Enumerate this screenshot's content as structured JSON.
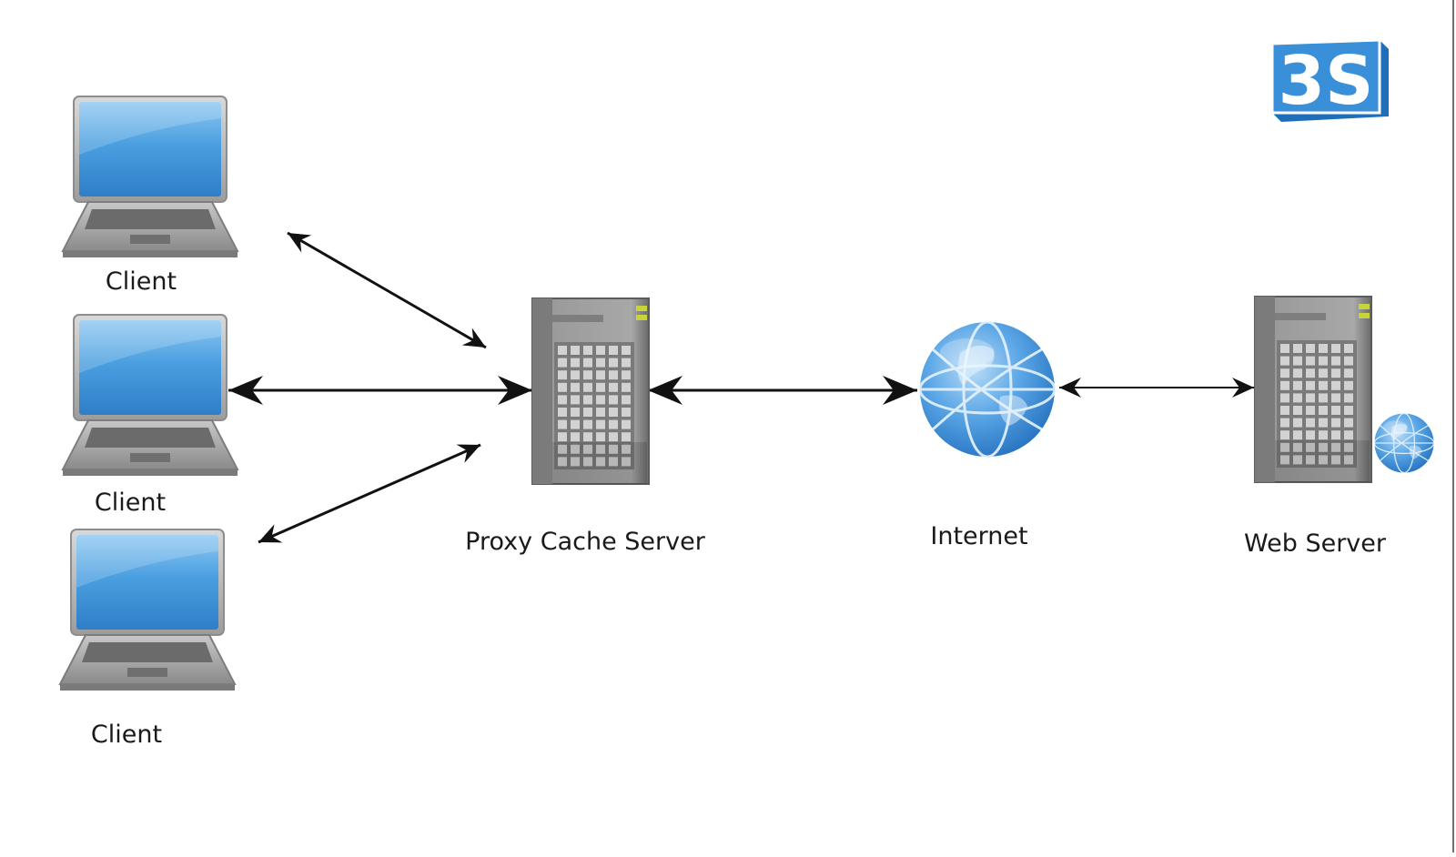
{
  "logo": {
    "text": "3S",
    "icon": "3s-logo-icon",
    "color": "#2f86d2"
  },
  "nodes": [
    {
      "id": "client-1",
      "type": "laptop",
      "icon": "laptop-icon",
      "label": "Client"
    },
    {
      "id": "client-2",
      "type": "laptop",
      "icon": "laptop-icon",
      "label": "Client"
    },
    {
      "id": "client-3",
      "type": "laptop",
      "icon": "laptop-icon",
      "label": "Client"
    },
    {
      "id": "proxy",
      "type": "server",
      "icon": "server-tower-icon",
      "label": "Proxy Cache Server"
    },
    {
      "id": "internet",
      "type": "globe",
      "icon": "globe-icon",
      "label": "Internet"
    },
    {
      "id": "web",
      "type": "server",
      "icon": "server-tower-icon",
      "label": "Web Server"
    }
  ],
  "edges": [
    {
      "from": "client-1",
      "to": "proxy",
      "direction": "both"
    },
    {
      "from": "client-2",
      "to": "proxy",
      "direction": "both"
    },
    {
      "from": "client-3",
      "to": "proxy",
      "direction": "both"
    },
    {
      "from": "proxy",
      "to": "internet",
      "direction": "both"
    },
    {
      "from": "internet",
      "to": "web",
      "direction": "both"
    }
  ],
  "colors": {
    "screen": "#3f97dc",
    "globe": "#3d8fd8",
    "server": "#8a8a8a",
    "arrow": "#111111",
    "led": "#c9d43a"
  }
}
